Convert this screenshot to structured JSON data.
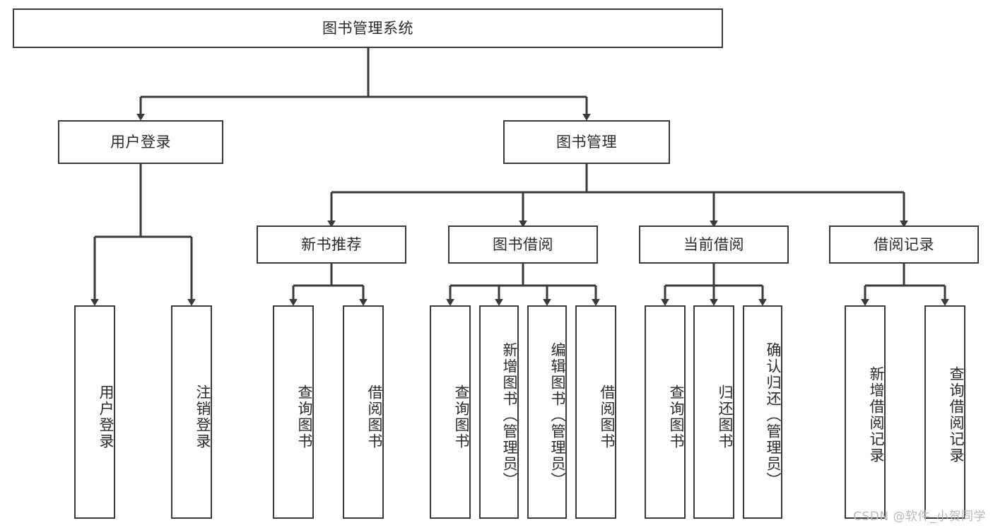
{
  "diagram": {
    "title": "图书管理系统",
    "type": "tree",
    "watermark": "CSDN @软件_小贺同学",
    "stroke_color": "#3a3a3a",
    "text_color": "#2b2b2b",
    "background": "#ffffff"
  },
  "nodes": {
    "root": {
      "label": "图书管理系统",
      "orientation": "horizontal"
    },
    "level2": [
      {
        "id": "user-login",
        "label": "用户登录",
        "orientation": "horizontal"
      },
      {
        "id": "book-manage",
        "label": "图书管理",
        "orientation": "horizontal"
      }
    ],
    "level3": [
      {
        "id": "new-book-recommend",
        "label": "新书推荐",
        "orientation": "horizontal"
      },
      {
        "id": "book-borrow",
        "label": "图书借阅",
        "orientation": "horizontal"
      },
      {
        "id": "current-borrow",
        "label": "当前借阅",
        "orientation": "horizontal"
      },
      {
        "id": "borrow-record",
        "label": "借阅记录",
        "orientation": "horizontal"
      }
    ],
    "leaves": [
      {
        "id": "leaf-user-login",
        "label": "用户登录",
        "parent": "user-login",
        "orientation": "vertical"
      },
      {
        "id": "leaf-logout-login",
        "label": "注销登录",
        "parent": "user-login",
        "orientation": "vertical"
      },
      {
        "id": "leaf-query-book-1",
        "label": "查询图书",
        "parent": "new-book-recommend",
        "orientation": "vertical"
      },
      {
        "id": "leaf-borrow-book-1",
        "label": "借阅图书",
        "parent": "new-book-recommend",
        "orientation": "vertical"
      },
      {
        "id": "leaf-query-book-2",
        "label": "查询图书",
        "parent": "book-borrow",
        "orientation": "vertical"
      },
      {
        "id": "leaf-add-book",
        "label": "新增图书（管理员）",
        "parent": "book-borrow",
        "orientation": "vertical"
      },
      {
        "id": "leaf-edit-book",
        "label": "编辑图书（管理员）",
        "parent": "book-borrow",
        "orientation": "vertical"
      },
      {
        "id": "leaf-borrow-book-2",
        "label": "借阅图书",
        "parent": "book-borrow",
        "orientation": "vertical"
      },
      {
        "id": "leaf-query-book-3",
        "label": "查询图书",
        "parent": "current-borrow",
        "orientation": "vertical"
      },
      {
        "id": "leaf-return-book",
        "label": "归还图书",
        "parent": "current-borrow",
        "orientation": "vertical"
      },
      {
        "id": "leaf-confirm-return",
        "label": "确认归还（管理员）",
        "parent": "current-borrow",
        "orientation": "vertical"
      },
      {
        "id": "leaf-add-record",
        "label": "新增借阅记录",
        "parent": "borrow-record",
        "orientation": "vertical"
      },
      {
        "id": "leaf-query-record",
        "label": "查询借阅记录",
        "parent": "borrow-record",
        "orientation": "vertical"
      }
    ]
  }
}
